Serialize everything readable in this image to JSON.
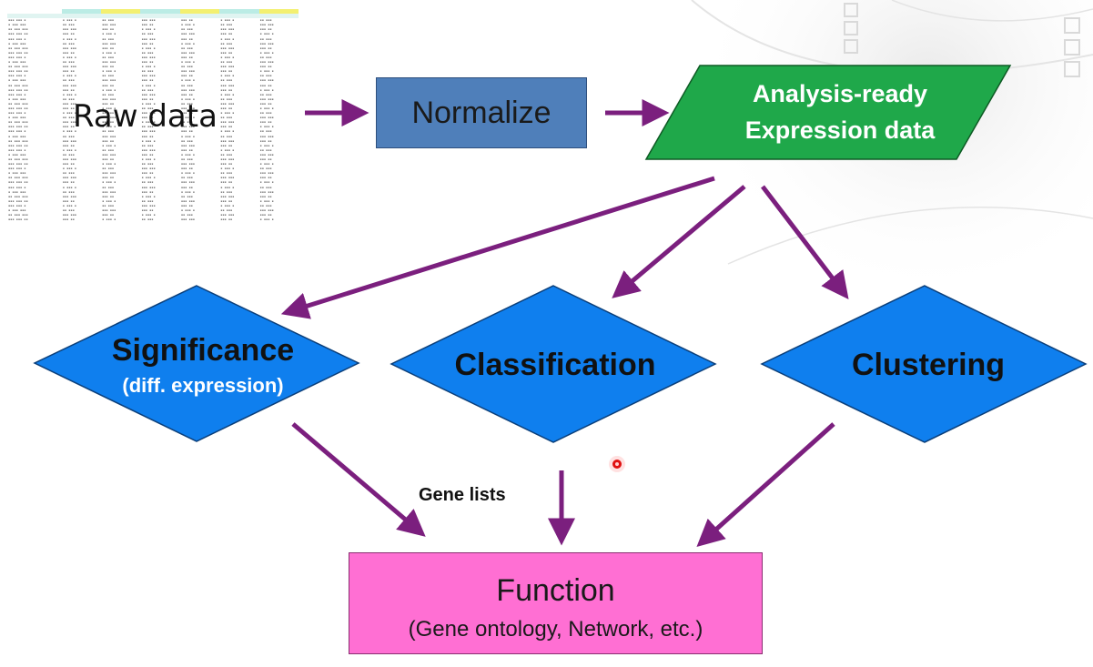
{
  "nodes": {
    "raw_data": "Raw data",
    "normalize": "Normalize",
    "analysis_ready_line1": "Analysis-ready",
    "analysis_ready_line2": "Expression data",
    "significance": "Significance",
    "significance_sub": "(diff. expression)",
    "classification": "Classification",
    "clustering": "Clustering",
    "function": "Function",
    "function_sub": "(Gene ontology, Network, etc.)"
  },
  "edge_labels": {
    "gene_lists": "Gene lists"
  },
  "edges": [
    {
      "from": "raw_data",
      "to": "normalize"
    },
    {
      "from": "normalize",
      "to": "analysis_ready"
    },
    {
      "from": "analysis_ready",
      "to": "significance"
    },
    {
      "from": "analysis_ready",
      "to": "classification"
    },
    {
      "from": "analysis_ready",
      "to": "clustering"
    },
    {
      "from": "significance",
      "to": "function"
    },
    {
      "from": "classification",
      "to": "function"
    },
    {
      "from": "clustering",
      "to": "function"
    }
  ],
  "colors": {
    "arrow": "#7b1f7e",
    "normalize_fill": "#4f7fba",
    "analysis_fill": "#1fa84a",
    "diamond_fill": "#0f7fee",
    "function_fill": "#ff6fd3"
  }
}
